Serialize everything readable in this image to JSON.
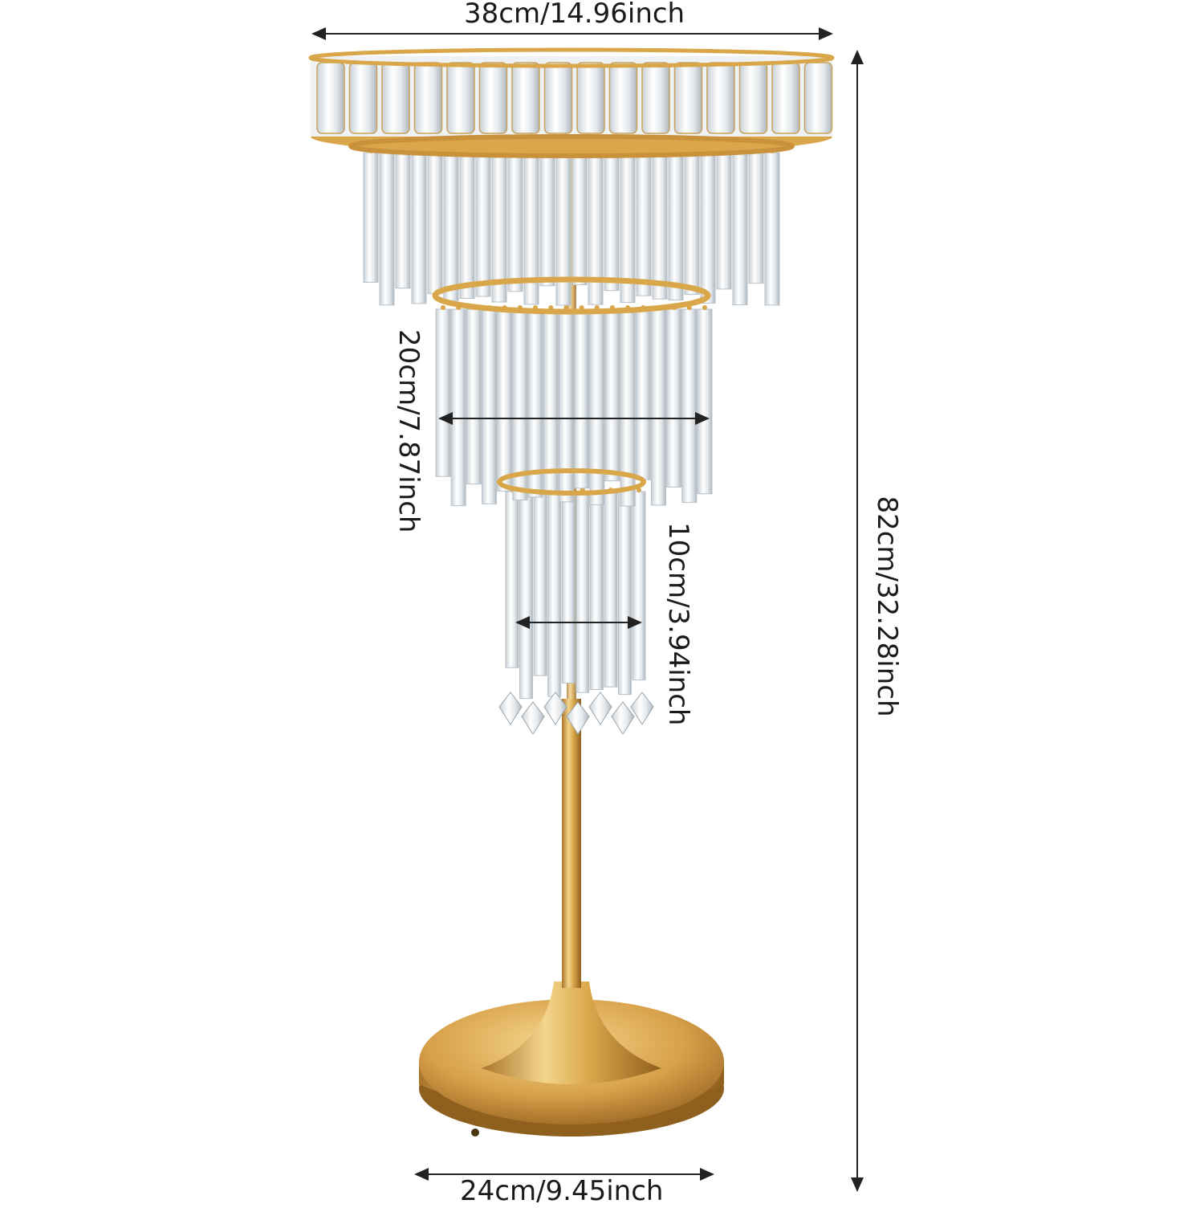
{
  "product": {
    "name": "crystal-chandelier-table-lamp",
    "colors": {
      "gold": "#d9a74a",
      "gold_light": "#f3d58c",
      "gold_dark": "#a8742a",
      "crystal": "#e9eef2",
      "crystal_edge": "#b9c2c9"
    }
  },
  "dimensions": {
    "top_width": "38cm/14.96inch",
    "tier_two_width": "20cm/7.87inch",
    "tier_three_width": "10cm/3.94inch",
    "total_height": "82cm/32.28inch",
    "base_width": "24cm/9.45inch"
  }
}
